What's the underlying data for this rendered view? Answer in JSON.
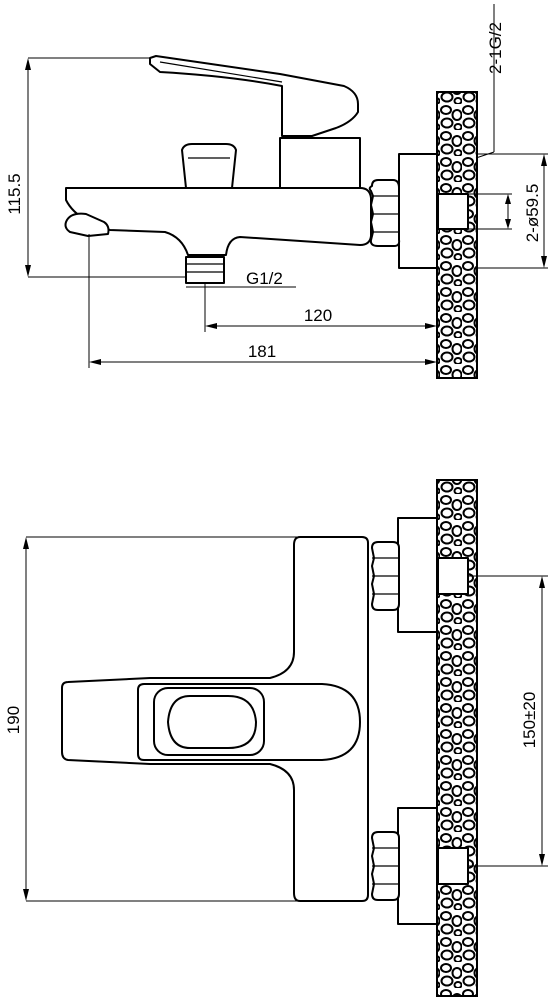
{
  "side_view": {
    "height_label": "115.5",
    "thread_top_label": "2-1G/2",
    "diameter_label": "2-ø59.5",
    "spout_thread_label": "G1/2",
    "depth_120_label": "120",
    "depth_181_label": "181"
  },
  "front_view": {
    "height_label": "190",
    "spacing_label": "150±20"
  }
}
